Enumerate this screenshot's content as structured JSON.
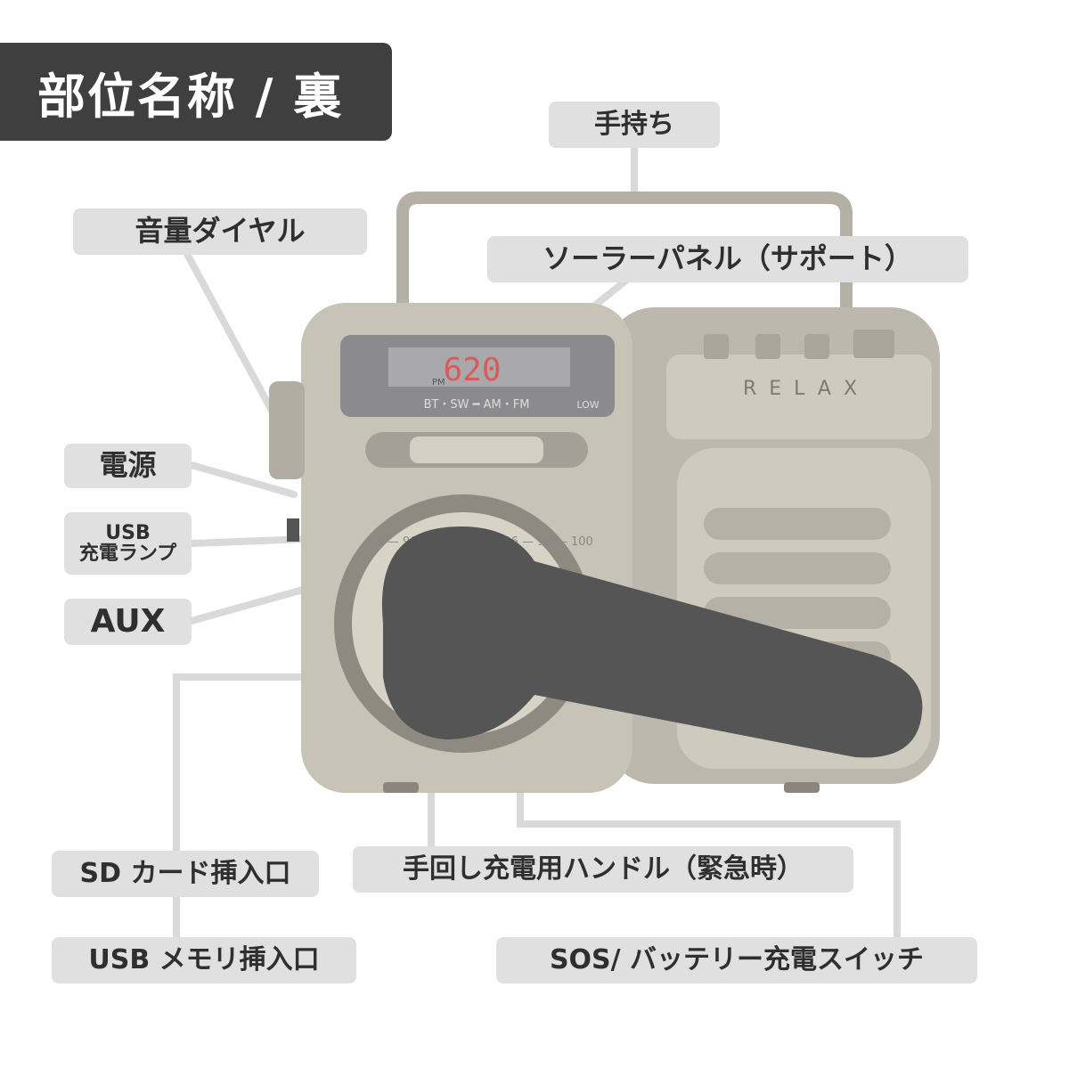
{
  "title": "部位名称 / 裏",
  "labels": {
    "handle": "手持ち",
    "volume_dial": "音量ダイヤル",
    "solar_panel": "ソーラーパネル（サポート）",
    "power": "電源",
    "usb_lamp_line1": "USB",
    "usb_lamp_line2": "充電ランプ",
    "aux": "AUX",
    "sd_slot": "SD カード挿入口",
    "usb_memory_slot": "USB メモリ挿入口",
    "crank_handle": "手回し充電用ハンドル（緊急時）",
    "sos_switch": "SOS/ バッテリー充電スイッチ"
  },
  "radio": {
    "display_digits": "620",
    "display_pm": "PM",
    "band_indicator": "BT・SW ━ AM・FM",
    "low_label": "LOW",
    "brand": "RELAX",
    "dial_scale": "88 — 90 — 92 — 94 — 96 — 98 — 100"
  },
  "colors": {
    "label_bg": "#e0e0e0",
    "title_bg": "#3f3f3f",
    "radio_body": "#c8c3b7",
    "crank": "#555555",
    "leader_line": "#d9d9d9"
  }
}
